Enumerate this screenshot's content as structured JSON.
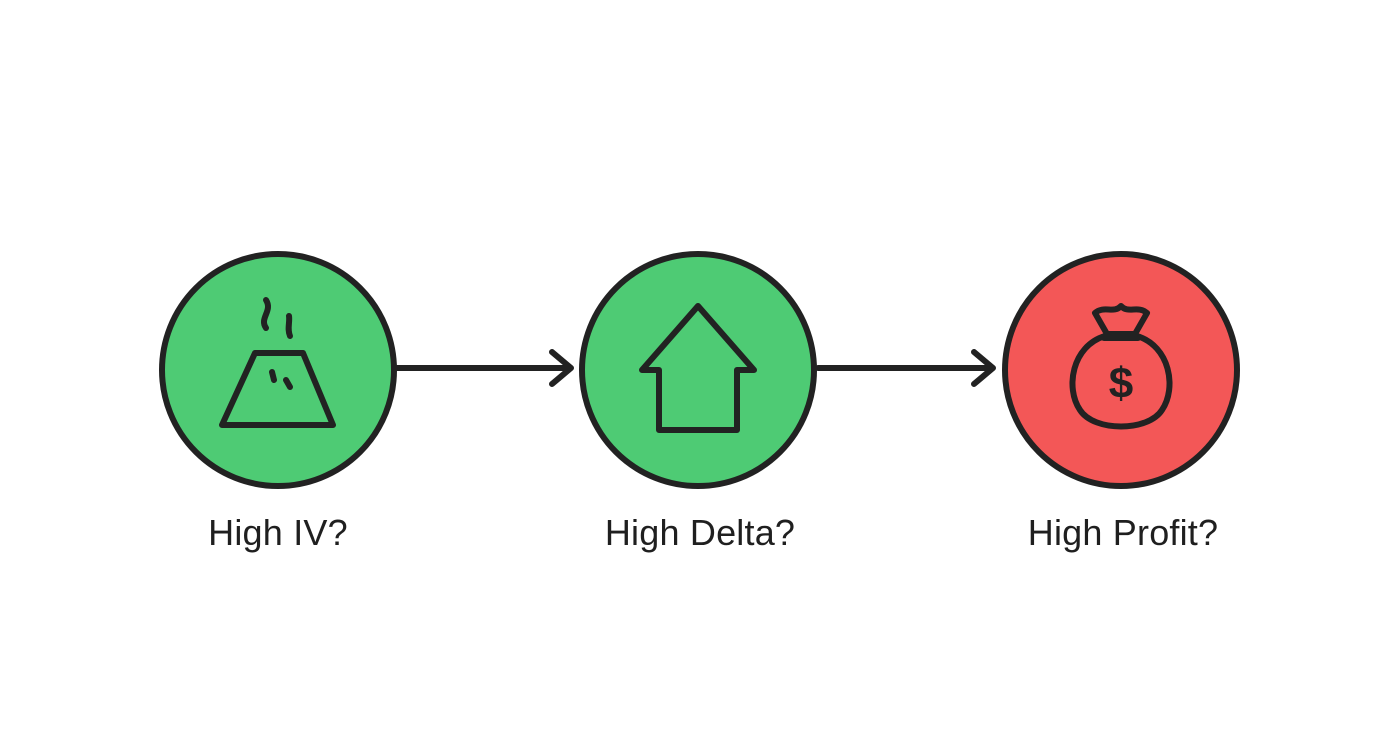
{
  "colors": {
    "background": "#ffffff",
    "outline": "#222222",
    "green": "#4ecb74",
    "red": "#f35757",
    "text": "#1f1f1f"
  },
  "steps": [
    {
      "label": "High IV?",
      "icon": "volcano-icon",
      "fill": "#4ecb74"
    },
    {
      "label": "High Delta?",
      "icon": "up-arrow-house-icon",
      "fill": "#4ecb74"
    },
    {
      "label": "High Profit?",
      "icon": "money-bag-icon",
      "fill": "#f35757"
    }
  ],
  "money_symbol": "$"
}
